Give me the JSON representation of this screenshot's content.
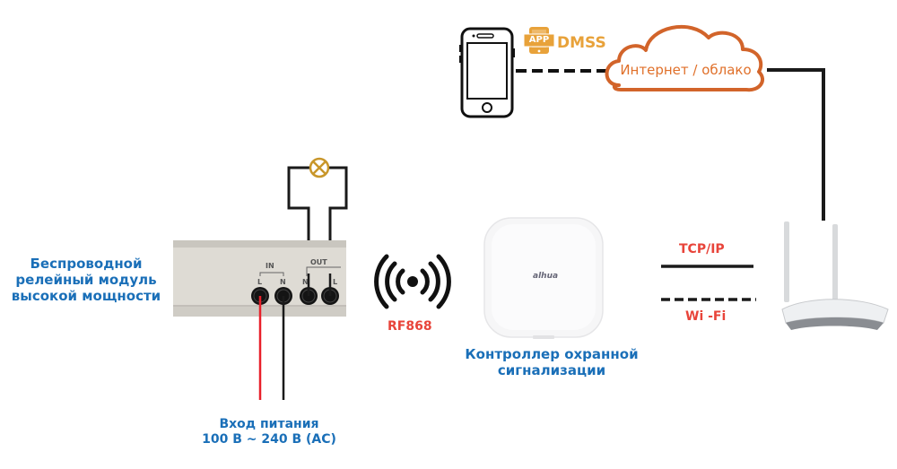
{
  "colors": {
    "label_blue": "#1a6fb8",
    "label_red": "#e8443a",
    "app_orange": "#e8a23a",
    "cloud_orange": "#d2642a",
    "wire_black": "#1a1a1a",
    "wire_red": "#e8202a",
    "lamp_gold": "#c8962a"
  },
  "app": {
    "badge": "APP",
    "name": "DMSS"
  },
  "cloud": {
    "label": "Интернет / облако"
  },
  "relay_module": {
    "label_lines": [
      "Беспроводной",
      "релейный модуль",
      "высокой мощности"
    ],
    "in_group": "IN",
    "out_group": "OUT",
    "terminals": [
      "L",
      "N",
      "N",
      "L"
    ]
  },
  "power_input": {
    "line1": "Вход питания",
    "line2": "100 В ~ 240 В (AC)"
  },
  "radio": {
    "label": "RF868"
  },
  "controller": {
    "brand": "alhua",
    "label_lines": [
      "Контроллер охранной",
      "сигнализации"
    ]
  },
  "legend": {
    "wired": "TCP/IP",
    "wireless": "Wi -Fi"
  }
}
